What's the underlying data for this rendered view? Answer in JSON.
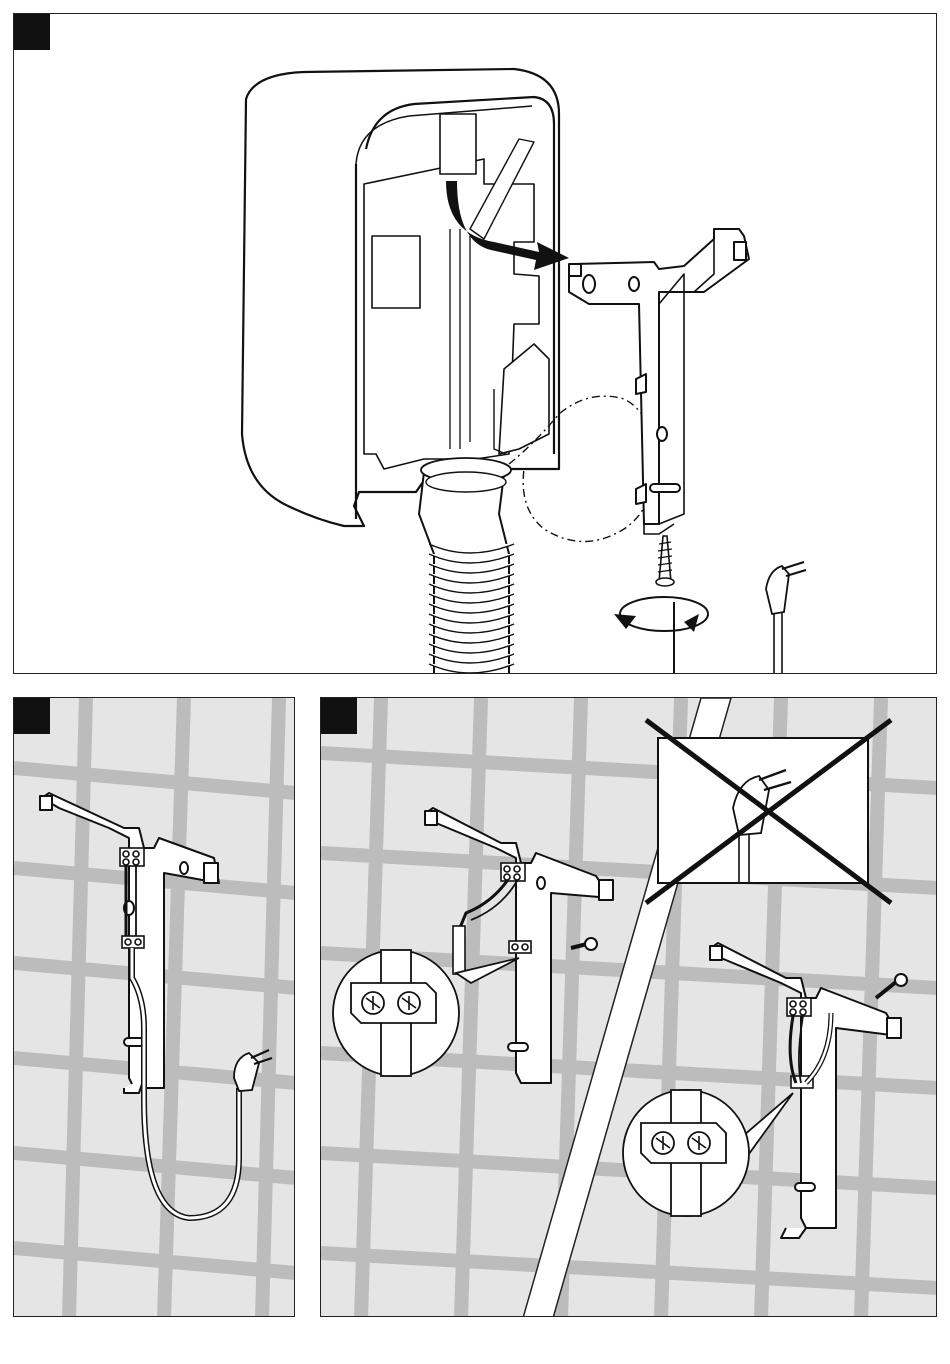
{
  "page": {
    "background": "#ffffff",
    "line_color": "#111111",
    "tile_color": "#e2e2e2",
    "grout_color": "#b9b9b9"
  },
  "panels": [
    {
      "id": "step-1",
      "icons": [
        "appliance-housing-icon",
        "wall-bracket-icon",
        "corrugated-hose-icon",
        "screw-icon",
        "rotate-arrow-icon",
        "power-plug-icon"
      ]
    },
    {
      "id": "step-2",
      "icons": [
        "wall-bracket-icon",
        "terminal-block-icon",
        "power-plug-icon"
      ]
    },
    {
      "id": "step-3",
      "icons": [
        "wall-bracket-icon",
        "terminal-detail-icon",
        "plug-prohibited-icon"
      ]
    }
  ]
}
